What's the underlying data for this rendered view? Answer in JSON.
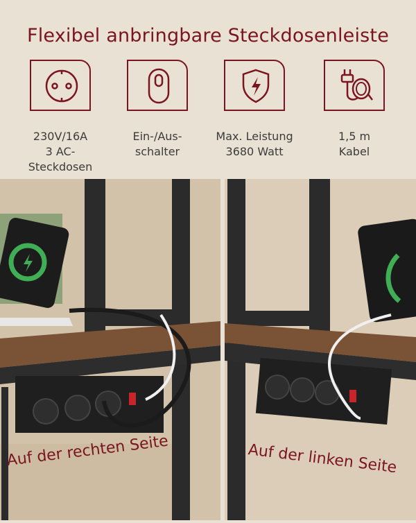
{
  "title": "Flexibel anbringbare Steckdosenleiste",
  "features": [
    {
      "icon": "schuko-socket-icon",
      "lines": [
        "230V/16A",
        "3 AC-",
        "Steckdosen"
      ]
    },
    {
      "icon": "power-switch-icon",
      "lines": [
        "Ein-/Aus-",
        "schalter"
      ]
    },
    {
      "icon": "shield-lightning-icon",
      "lines": [
        "Max. Leistung",
        "3680 Watt"
      ]
    },
    {
      "icon": "plug-cable-icon",
      "lines": [
        "1,5 m",
        "Kabel"
      ]
    }
  ],
  "photo_labels": {
    "left": "Auf der rechten Seite",
    "right": "Auf der linken Seite"
  },
  "colors": {
    "accent": "#7a1420",
    "background": "#e9e1d3",
    "frame": "#2b2b2b",
    "wood": "#7a5236"
  }
}
